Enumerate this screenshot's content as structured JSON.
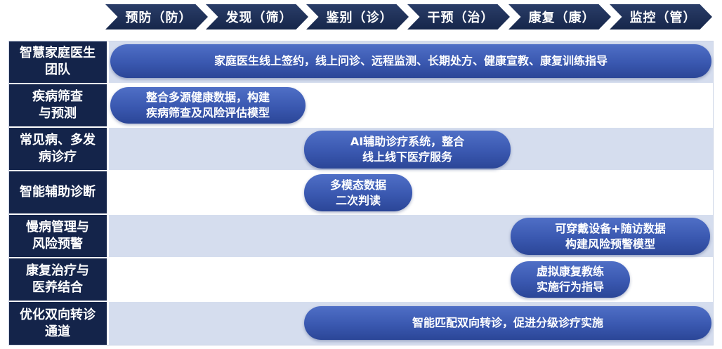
{
  "stages": [
    "预防（防）",
    "发现（筛）",
    "鉴别（诊）",
    "干预（治）",
    "康复（康）",
    "监控（管）"
  ],
  "rows": [
    {
      "label": "智慧家庭医生\n团队"
    },
    {
      "label": "疾病筛查\n与预测"
    },
    {
      "label": "常见病、多发\n病诊疗"
    },
    {
      "label": "智能辅助诊断"
    },
    {
      "label": "慢病管理与\n风险预警"
    },
    {
      "label": "康复治疗与\n医养结合"
    },
    {
      "label": "优化双向转诊\n通道"
    }
  ],
  "pills": [
    {
      "text": "家庭医生线上签约，线上问诊、远程监测、长期处方、健康宣教、康复训练指导"
    },
    {
      "text": "整合多源健康数据，构建\n疾病筛查及风险评估模型"
    },
    {
      "text": "AI辅助诊疗系统，整合\n线上线下医疗服务"
    },
    {
      "text": "多模态数据\n二次判读"
    },
    {
      "text": "可穿戴设备+随访数据\n构建风险预警模型"
    },
    {
      "text": "虚拟康复教练\n实施行为指导"
    },
    {
      "text": "智能匹配双向转诊，促进分级诊疗实施"
    }
  ],
  "colors": {
    "header_dark": "#16264a",
    "label_bg": "#14244a",
    "row_alt": "#d5ddee",
    "pill": "#3a58b0"
  }
}
